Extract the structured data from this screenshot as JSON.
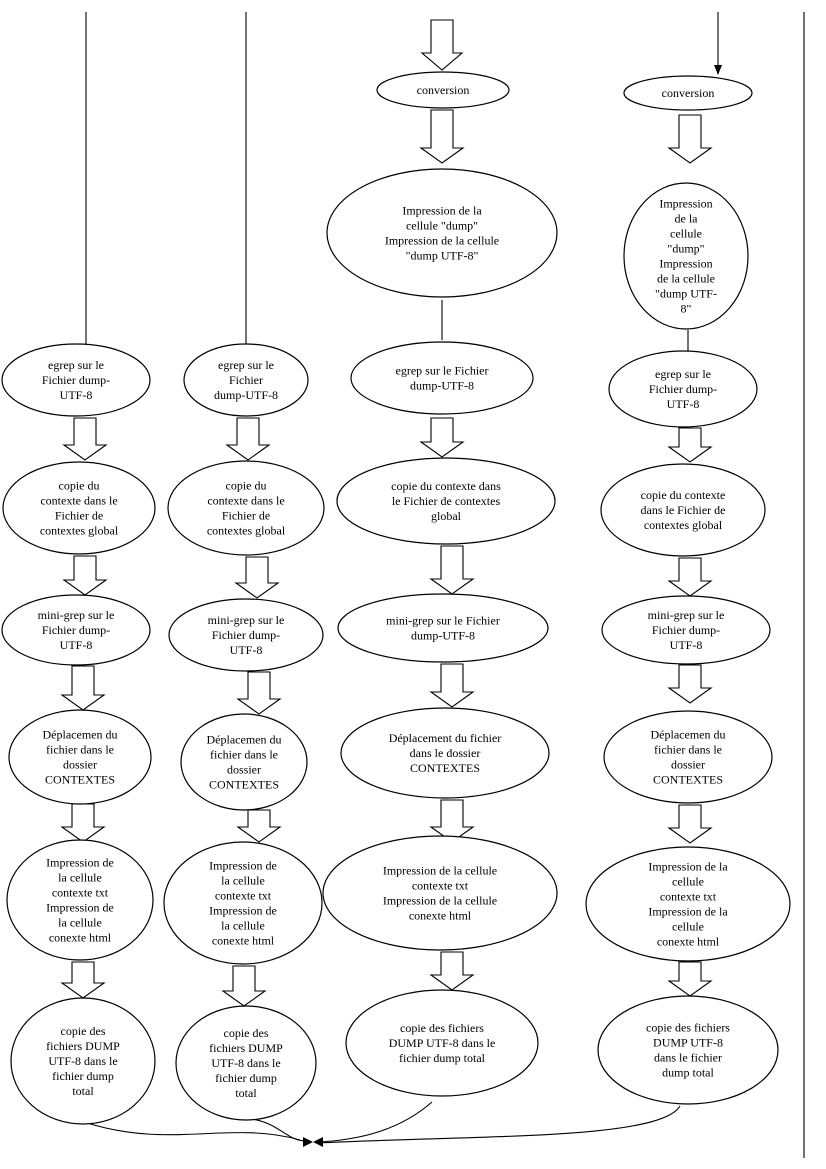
{
  "columns": [
    {
      "nodes": [
        "egrep sur le\nFichier dump-\nUTF-8",
        "copie du\ncontexte dans le\nFichier de\ncontextes global",
        "mini-grep sur le\nFichier dump-\nUTF-8",
        "Déplacemen du\nfichier dans le\ndossier\nCONTEXTES",
        "Impression de\nla cellule\ncontexte txt\nImpression de\nla cellule\nconexte html",
        "copie des\nfichiers DUMP\nUTF-8 dans le\nfichier dump\ntotal"
      ]
    },
    {
      "nodes": [
        "egrep sur le\nFichier\ndump-UTF-8",
        "copie du\ncontexte dans le\nFichier de\ncontextes global",
        "mini-grep sur le\nFichier dump-\nUTF-8",
        "Déplacemen du\nfichier dans le\ndossier\nCONTEXTES",
        "Impression de\nla cellule\ncontexte txt\nImpression de\nla cellule\nconexte html",
        "copie des\nfichiers DUMP\nUTF-8 dans le\nfichier dump\ntotal"
      ]
    },
    {
      "nodes": [
        "conversion",
        "Impression de la\ncellule \"dump\"\nImpression de la cellule\n\"dump UTF-8\"",
        "egrep sur le Fichier\ndump-UTF-8",
        "copie du contexte dans\nle Fichier de contextes\nglobal",
        "mini-grep sur le Fichier\ndump-UTF-8",
        "Déplacement du fichier\ndans le dossier\nCONTEXTES",
        "Impression de la cellule\ncontexte txt\nImpression de la cellule\nconexte html",
        "copie des fichiers\nDUMP UTF-8 dans le\nfichier dump total"
      ]
    },
    {
      "nodes": [
        "conversion",
        "Impression\nde la\ncellule\n\"dump\"\nImpression\nde la cellule\n\"dump UTF-\n8\"",
        "egrep sur le\nFichier dump-\nUTF-8",
        "copie du contexte\ndans le Fichier de\ncontextes global",
        "mini-grep sur le\nFichier dump-\nUTF-8",
        "Déplacemen du\nfichier dans le\ndossier\nCONTEXTES",
        "Impression de la\ncellule\ncontexte txt\nImpression de la\ncellule\nconexte html",
        "copie des fichiers\nDUMP UTF-8\ndans le fichier\ndump total"
      ]
    }
  ]
}
